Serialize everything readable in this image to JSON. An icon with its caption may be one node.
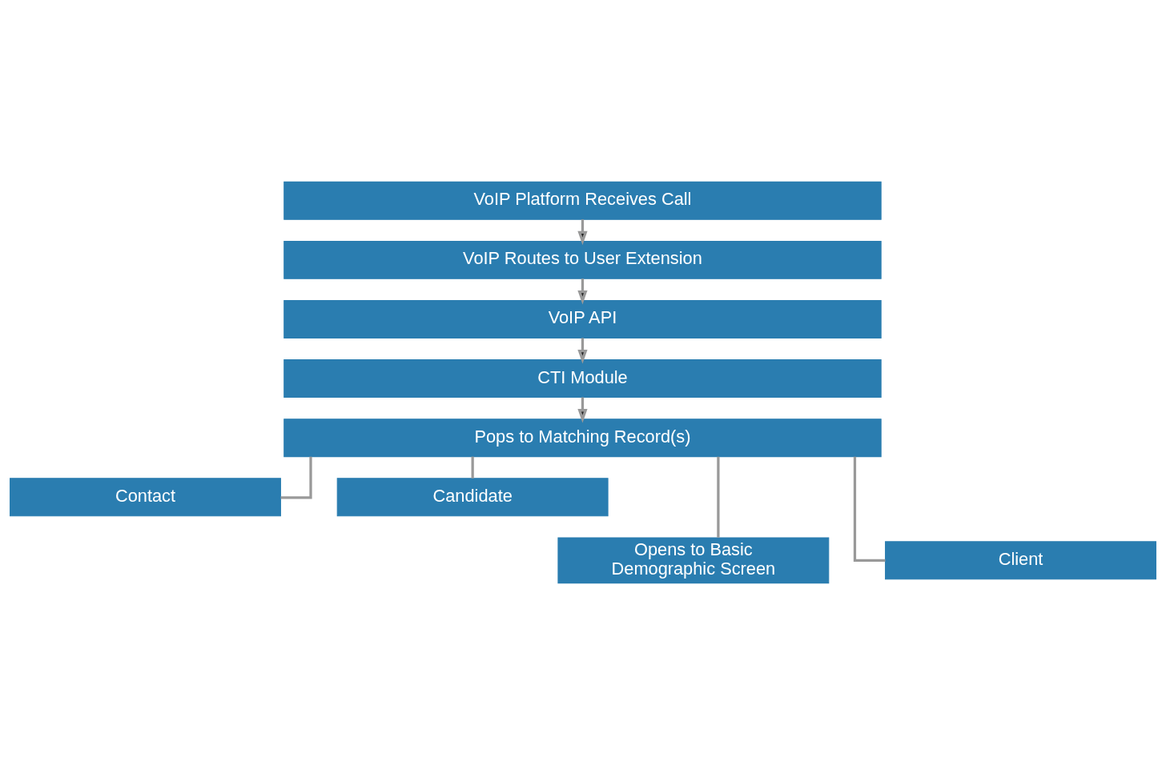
{
  "diagram": {
    "nodes": [
      {
        "text": [
          "VoIP Platform Receives Call"
        ]
      },
      {
        "text": [
          "VoIP Routes to User Extension"
        ]
      },
      {
        "text": [
          "VoIP API"
        ]
      },
      {
        "text": [
          "CTI Module"
        ]
      },
      {
        "text": [
          "Pops to Matching Record(s)"
        ]
      },
      {
        "text": [
          "Contact"
        ]
      },
      {
        "text": [
          "Candidate"
        ]
      },
      {
        "text": [
          "Opens to Basic Demographic Screen"
        ]
      },
      {
        "text": [
          "Client"
        ]
      }
    ],
    "edges": [
      {
        "from": 0,
        "to": 1,
        "arrow": "to"
      },
      {
        "from": 1,
        "to": 2,
        "arrow": "to"
      },
      {
        "from": 2,
        "to": 3,
        "arrow": "to"
      },
      {
        "from": 3,
        "to": 4,
        "arrow": "to"
      },
      {
        "from": 4,
        "to": 5,
        "arrow": "none"
      },
      {
        "from": 4,
        "to": 6,
        "arrow": "none"
      },
      {
        "from": 4,
        "to": 7,
        "arrow": "none"
      },
      {
        "from": 4,
        "to": 8,
        "arrow": "none"
      }
    ]
  }
}
